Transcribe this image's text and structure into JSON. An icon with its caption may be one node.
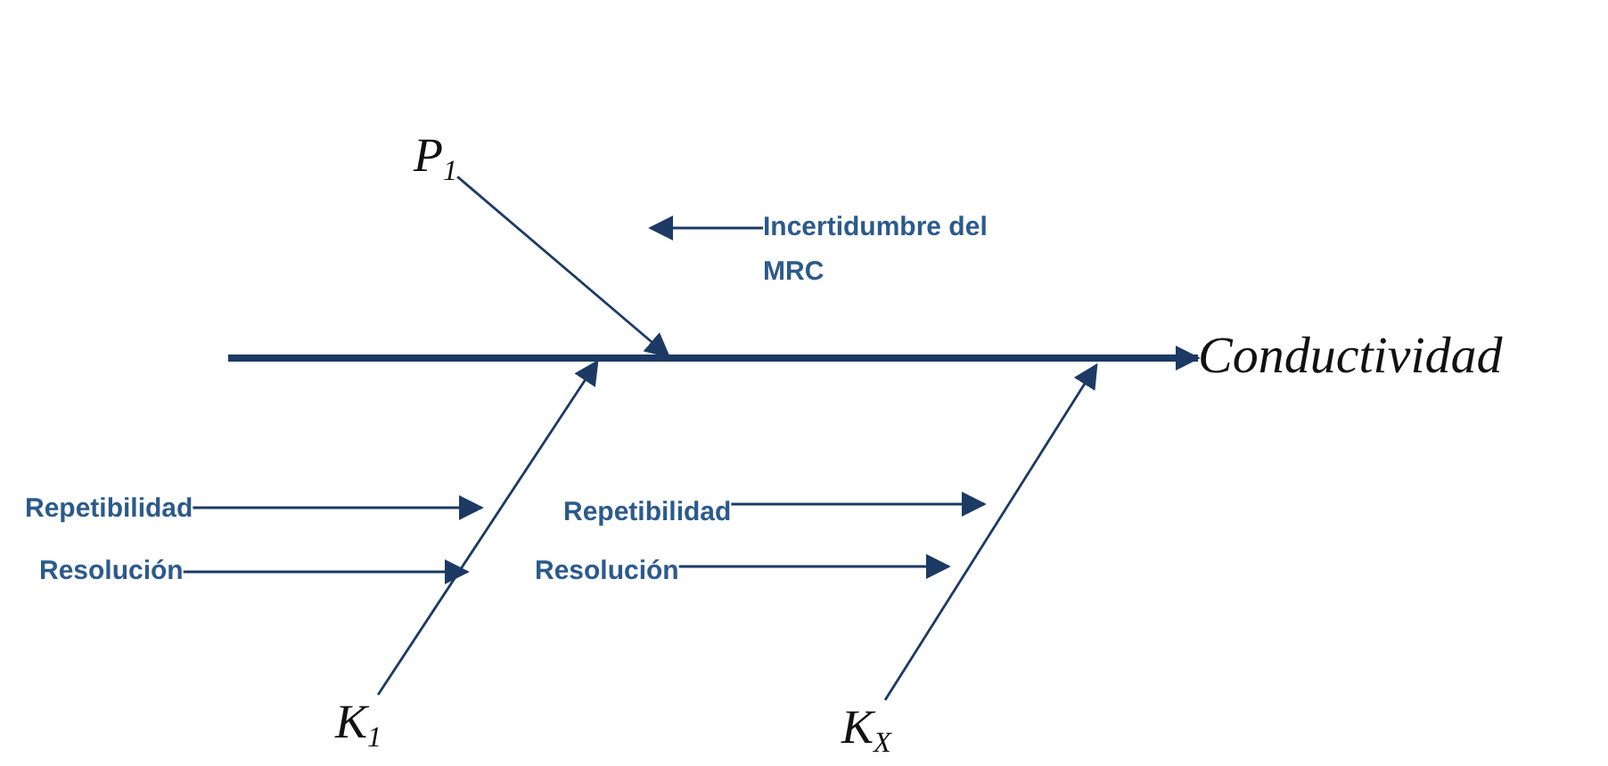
{
  "diagram": {
    "nodes": [
      {
        "text": [
          "P$_{1}$"
        ]
      },
      {
        "text": [
          "Incertidumbre del MRC"
        ]
      },
      {
        "text": [
          "Conductividad"
        ]
      },
      {
        "text": [
          "Repetibilidad"
        ]
      },
      {
        "text": [
          "Resolución"
        ]
      },
      {
        "text": [
          "Repetibilidad"
        ]
      },
      {
        "text": [
          "Resolución"
        ]
      },
      {
        "text": [
          "K$_{1}$"
        ]
      },
      {
        "text": [
          "K$_{X}$"
        ]
      }
    ],
    "edges": [
      {
        "from": null,
        "to": 2,
        "arrow": "to",
        "style": "thick"
      },
      {
        "from": 0,
        "to": null,
        "arrow": "to"
      },
      {
        "from": 1,
        "to": null,
        "arrow": "to"
      },
      {
        "from": 7,
        "to": null,
        "arrow": "to"
      },
      {
        "from": 3,
        "to": null,
        "arrow": "to"
      },
      {
        "from": 4,
        "to": null,
        "arrow": "to"
      },
      {
        "from": 8,
        "to": null,
        "arrow": "to"
      },
      {
        "from": 5,
        "to": null,
        "arrow": "to"
      },
      {
        "from": 6,
        "to": null,
        "arrow": "to"
      }
    ]
  }
}
